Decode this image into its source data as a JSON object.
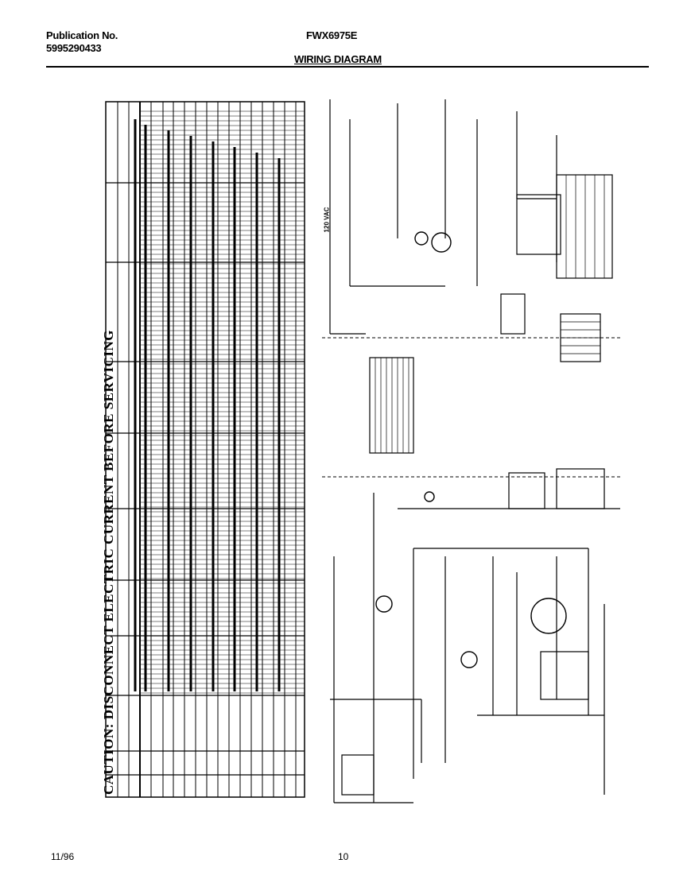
{
  "header": {
    "publication_label": "Publication No.",
    "publication_number": "5995290433",
    "model": "FWX6975E",
    "title": "WIRING DIAGRAM"
  },
  "diagram": {
    "caution": "CAUTION: DISCONNECT ELECTRIC CURRENT BEFORE SERVICING",
    "supply_label": "120 VAC"
  },
  "footer": {
    "date": "11/96",
    "page": "10"
  }
}
